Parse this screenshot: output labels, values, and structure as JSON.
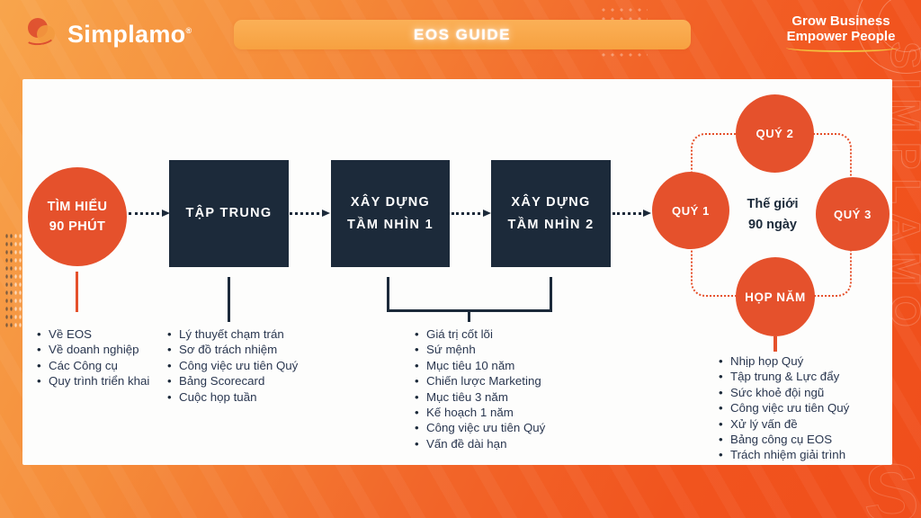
{
  "header": {
    "logo_text": "Simplamo",
    "logo_reg": "®",
    "banner_title": "EOS GUIDE",
    "tagline_line1": "Grow Business",
    "tagline_line2": "Empower People"
  },
  "flow": {
    "step1_line1": "TÌM HIỂU",
    "step1_line2": "90 PHÚT",
    "step2": "TẬP TRUNG",
    "step3_line1": "XÂY DỰNG",
    "step3_line2": "TẦM NHÌN 1",
    "step4_line1": "XÂY DỰNG",
    "step4_line2": "TẦM NHÌN 2",
    "cycle": {
      "q1": "QUÝ 1",
      "q2": "QUÝ 2",
      "q3": "QUÝ 3",
      "annual": "HỌP NĂM",
      "center_line1": "Thế giới",
      "center_line2": "90 ngày"
    }
  },
  "lists": {
    "step1_items": [
      "Về EOS",
      "Về doanh nghiệp",
      "Các Công cụ",
      "Quy trình triển khai"
    ],
    "step2_items": [
      "Lý thuyết chạm trán",
      "Sơ đồ trách nhiệm",
      "Công việc ưu tiên Quý",
      "Bảng Scorecard",
      "Cuộc họp tuần"
    ],
    "vision_items": [
      "Giá trị cốt lõi",
      "Sứ mệnh",
      "Mục tiêu 10 năm",
      "Chiến lược Marketing",
      "Mục tiêu 3 năm",
      "Kế hoạch 1 năm",
      "Công việc ưu tiên Quý",
      "Vấn đề dài hạn"
    ],
    "annual_items": [
      "Nhịp họp Quý",
      "Tập trung & Lực đẩy",
      "Sức khoẻ đội ngũ",
      "Công việc ưu tiên Quý",
      "Xử lý vấn đề",
      "Bảng công cụ EOS",
      "Trách nhiệm giải trình"
    ]
  },
  "watermark": "SIMPLAMO",
  "watermark_corner": "S",
  "colors": {
    "accent_orange": "#e5512c",
    "dark_navy": "#1c2a3a",
    "banner_orange": "#f9ab4c",
    "underline_yellow": "#f3c13f",
    "card_white": "#fdfdfc"
  }
}
